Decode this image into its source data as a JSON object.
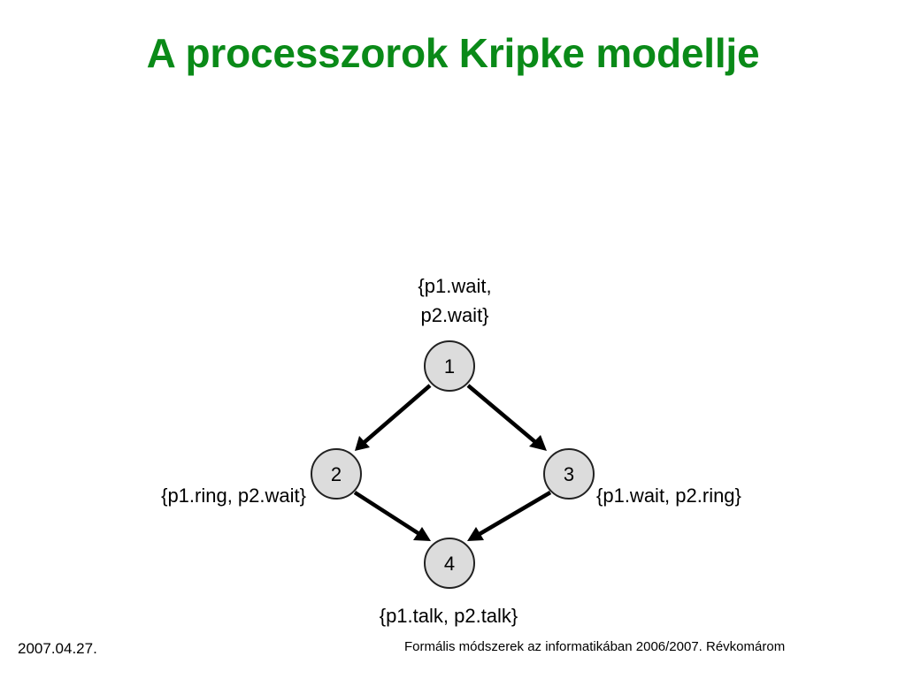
{
  "slide": {
    "title": "A processzorok Kripke modellje"
  },
  "diagram": {
    "nodes": [
      {
        "id": "1",
        "label": "1",
        "state": [
          "{p1.wait,",
          "p2.wait}"
        ]
      },
      {
        "id": "2",
        "label": "2",
        "state": [
          "{p1.ring, p2.wait}"
        ]
      },
      {
        "id": "3",
        "label": "3",
        "state": [
          "{p1.wait, p2.ring}"
        ]
      },
      {
        "id": "4",
        "label": "4",
        "state": [
          "{p1.talk, p2.talk}"
        ]
      }
    ],
    "edges": [
      {
        "from": "1",
        "to": "2"
      },
      {
        "from": "1",
        "to": "3"
      },
      {
        "from": "2",
        "to": "4"
      },
      {
        "from": "3",
        "to": "4"
      }
    ]
  },
  "footer": {
    "date": "2007.04.27.",
    "course": "Formális módszerek az informatikában 2006/2007. Révkomárom"
  },
  "colors": {
    "title": "#0a8a18",
    "node_fill": "#dcdcdc"
  }
}
